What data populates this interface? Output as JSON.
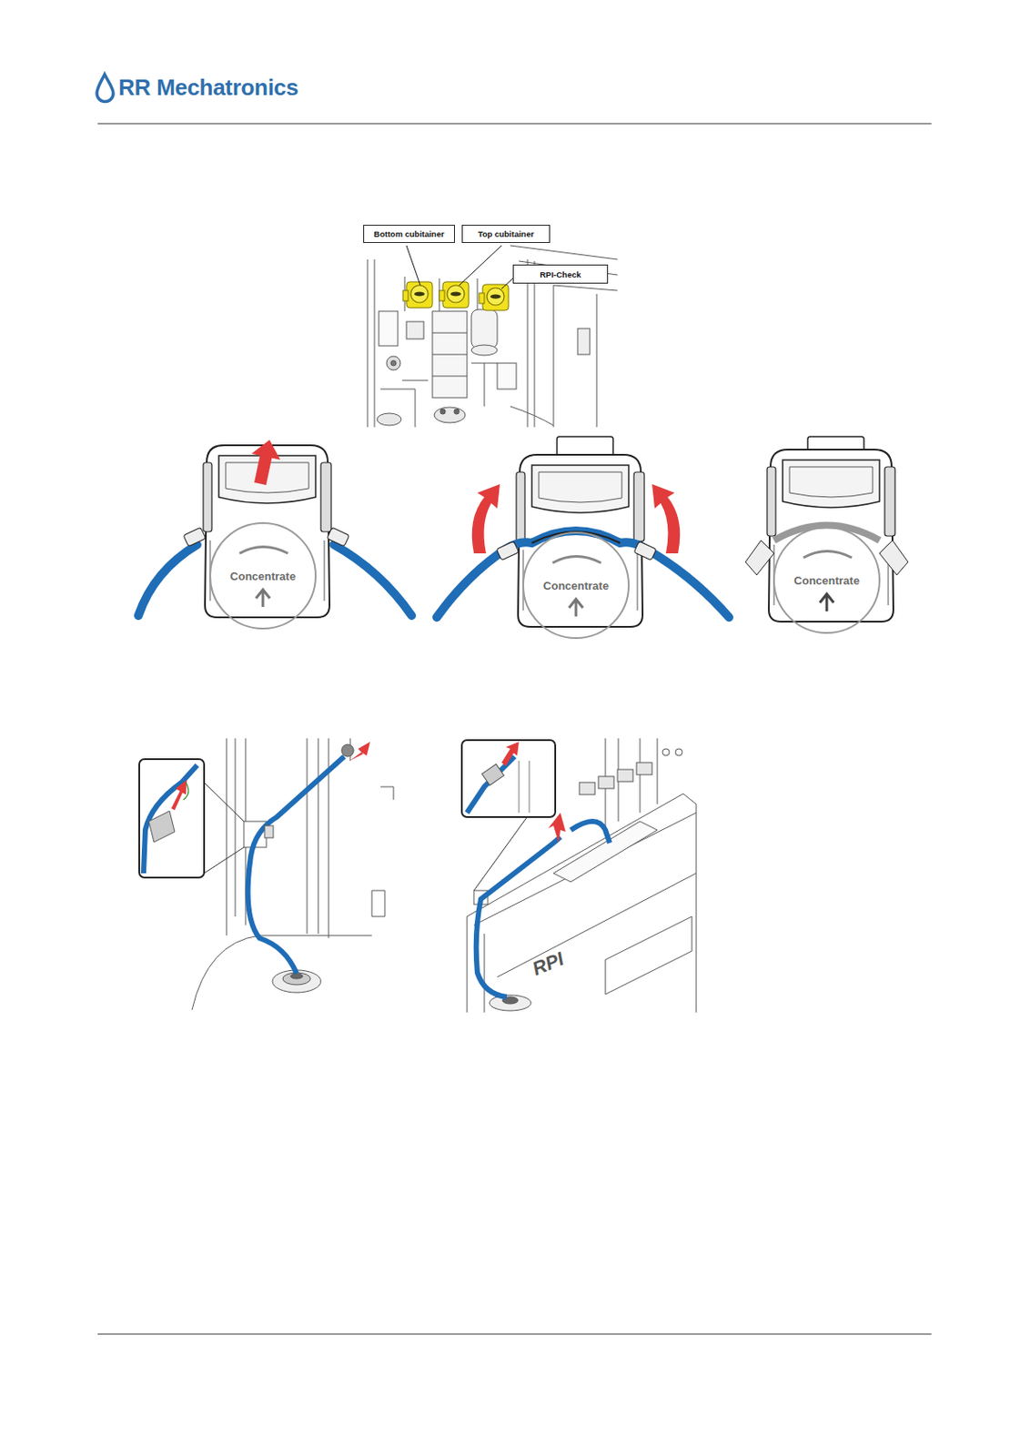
{
  "diagram": {
    "nodes": [
      {
        "text": [
          "Bottom cubitainer"
        ]
      },
      {
        "text": [
          "Top cubitainer"
        ]
      },
      {
        "text": [
          "RPI-Check"
        ]
      },
      {
        "text": [
          "Concentrate"
        ]
      },
      {
        "text": [
          "Concentrate"
        ]
      },
      {
        "text": [
          "Concentrate"
        ]
      }
    ],
    "labels": [
      "RR Mechatronics",
      "RPI"
    ]
  }
}
